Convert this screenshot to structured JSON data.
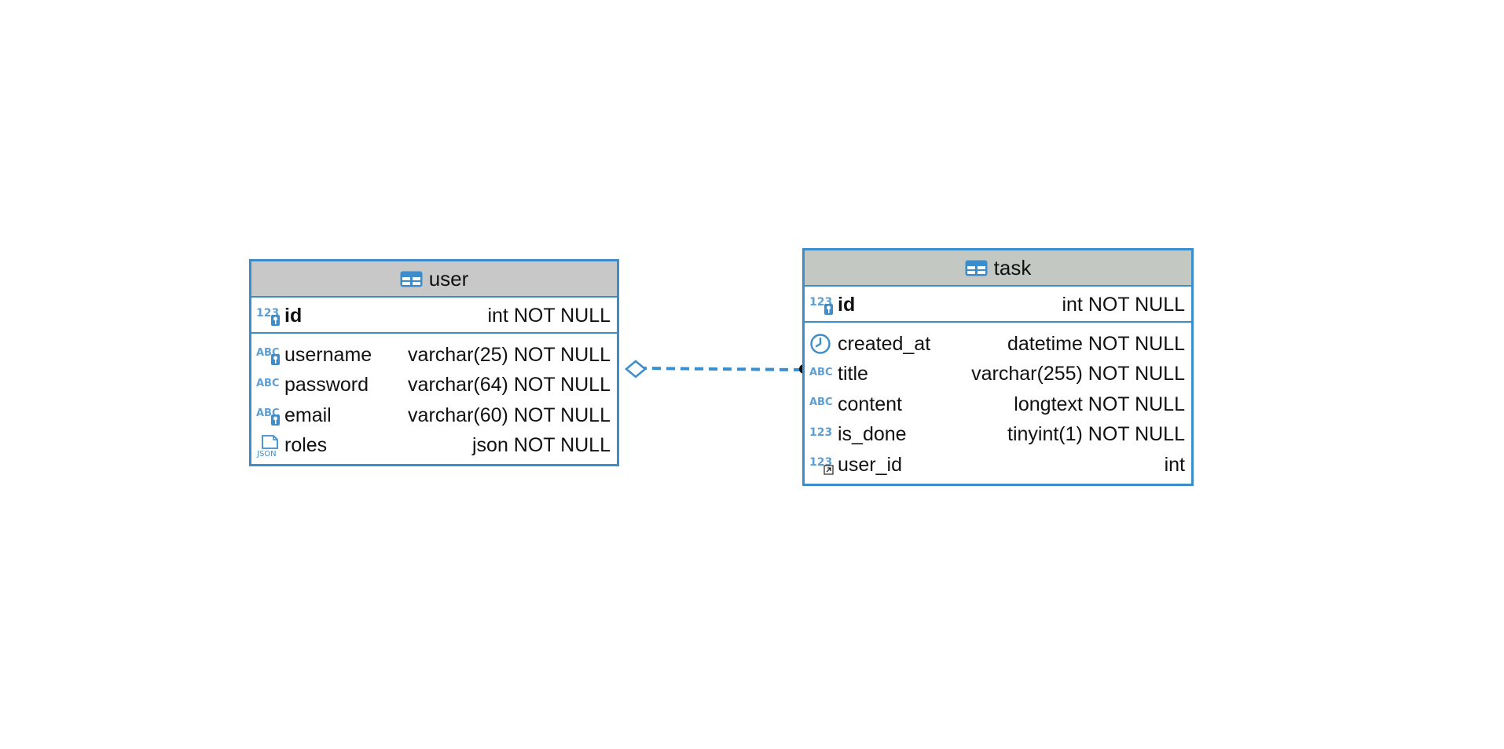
{
  "entities": {
    "user": {
      "name": "user",
      "pk": {
        "name": "id",
        "type": "int NOT NULL",
        "icon": "numeric-key-icon"
      },
      "columns": [
        {
          "name": "username",
          "type": "varchar(25) NOT NULL",
          "icon": "text-key-icon"
        },
        {
          "name": "password",
          "type": "varchar(64) NOT NULL",
          "icon": "text-icon"
        },
        {
          "name": "email",
          "type": "varchar(60) NOT NULL",
          "icon": "text-key-icon"
        },
        {
          "name": "roles",
          "type": "json NOT NULL",
          "icon": "json-icon"
        }
      ]
    },
    "task": {
      "name": "task",
      "pk": {
        "name": "id",
        "type": "int NOT NULL",
        "icon": "numeric-key-icon"
      },
      "columns": [
        {
          "name": "created_at",
          "type": "datetime NOT NULL",
          "icon": "clock-icon"
        },
        {
          "name": "title",
          "type": "varchar(255) NOT NULL",
          "icon": "text-icon"
        },
        {
          "name": "content",
          "type": "longtext NOT NULL",
          "icon": "text-icon"
        },
        {
          "name": "is_done",
          "type": "tinyint(1) NOT NULL",
          "icon": "numeric-icon"
        },
        {
          "name": "user_id",
          "type": "int",
          "icon": "numeric-foreign-key-icon"
        }
      ]
    }
  },
  "colors": {
    "accent": "#3c8dcb",
    "header_user": "#c8c8c8",
    "header_task": "#c3c8c3"
  },
  "relation": {
    "from": "user",
    "to": "task",
    "style": "dashed"
  }
}
